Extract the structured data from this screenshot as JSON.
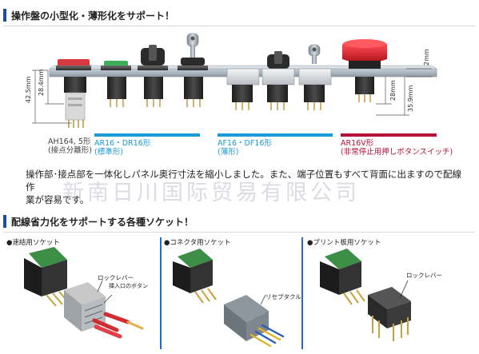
{
  "section1": {
    "title": "操作盤の小型化・薄形化をサポート！"
  },
  "dimensions": {
    "d_42_5": "42.5mm",
    "d_28_4": "28.4mm",
    "d_2": "2mm",
    "d_28": "28mm",
    "d_35_9": "35.9mm"
  },
  "products": [
    {
      "model": "AH164, 5形",
      "note": "(接点分離形)",
      "color": "#444444"
    },
    {
      "model": "AR16・DR16形",
      "note": "(標準形)",
      "color": "#1a9ad6"
    },
    {
      "model": "AF16・DF16形",
      "note": "(薄形)",
      "color": "#1a9ad6"
    },
    {
      "model": "AR16V形",
      "note": "(非常停止用押しボタンスイッチ)",
      "color": "#b5123a"
    }
  ],
  "body_text": {
    "line1": "操作部･接点部を一体化しパネル奥行寸法を縮小しました。また、端子位置もすべて背面に出ますので配線作",
    "line2": "業が容易です。"
  },
  "watermark": "新南日川国际贸易有限公司",
  "section2": {
    "title": "配線省力化をサポートする各種ソケット！"
  },
  "sockets": [
    {
      "label": "●速結用ソケット",
      "callouts": [
        "ロックレバー",
        "挿入口のボタン"
      ]
    },
    {
      "label": "●コネクタ用ソケット",
      "callouts": [
        "リセプタクル"
      ]
    },
    {
      "label": "●プリント板用ソケット",
      "callouts": [
        "ロックレバー"
      ]
    }
  ],
  "colors": {
    "accent_blue": "#1f4e9c",
    "cyan": "#1a9ad6",
    "crimson": "#b5123a",
    "panel": "#a9b4be"
  }
}
